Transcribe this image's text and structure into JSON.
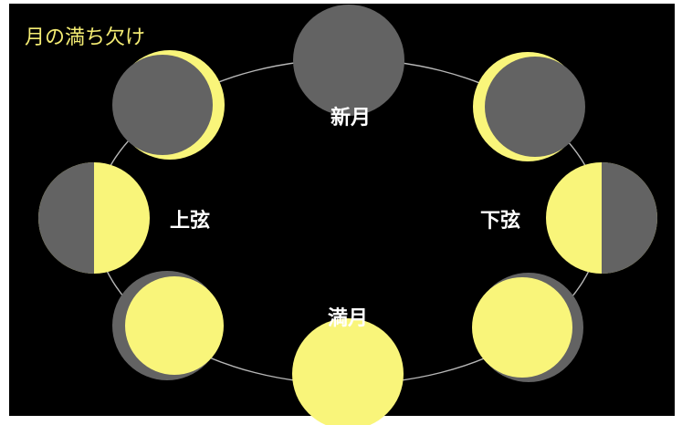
{
  "title": "月の満ち欠け",
  "labels": {
    "new_moon": "新月",
    "first_quarter": "上弦",
    "last_quarter": "下弦",
    "full_moon": "満月"
  },
  "colors": {
    "background": "#000000",
    "shadow": "#636363",
    "moonlight": "#f9f57a",
    "orbit": "#b7b7b7",
    "title": "#f4ec73",
    "label": "#ffffff"
  },
  "phases": [
    "new-moon",
    "waxing-crescent",
    "first-quarter",
    "waxing-gibbous",
    "full-moon",
    "waning-gibbous",
    "last-quarter",
    "waning-crescent"
  ]
}
